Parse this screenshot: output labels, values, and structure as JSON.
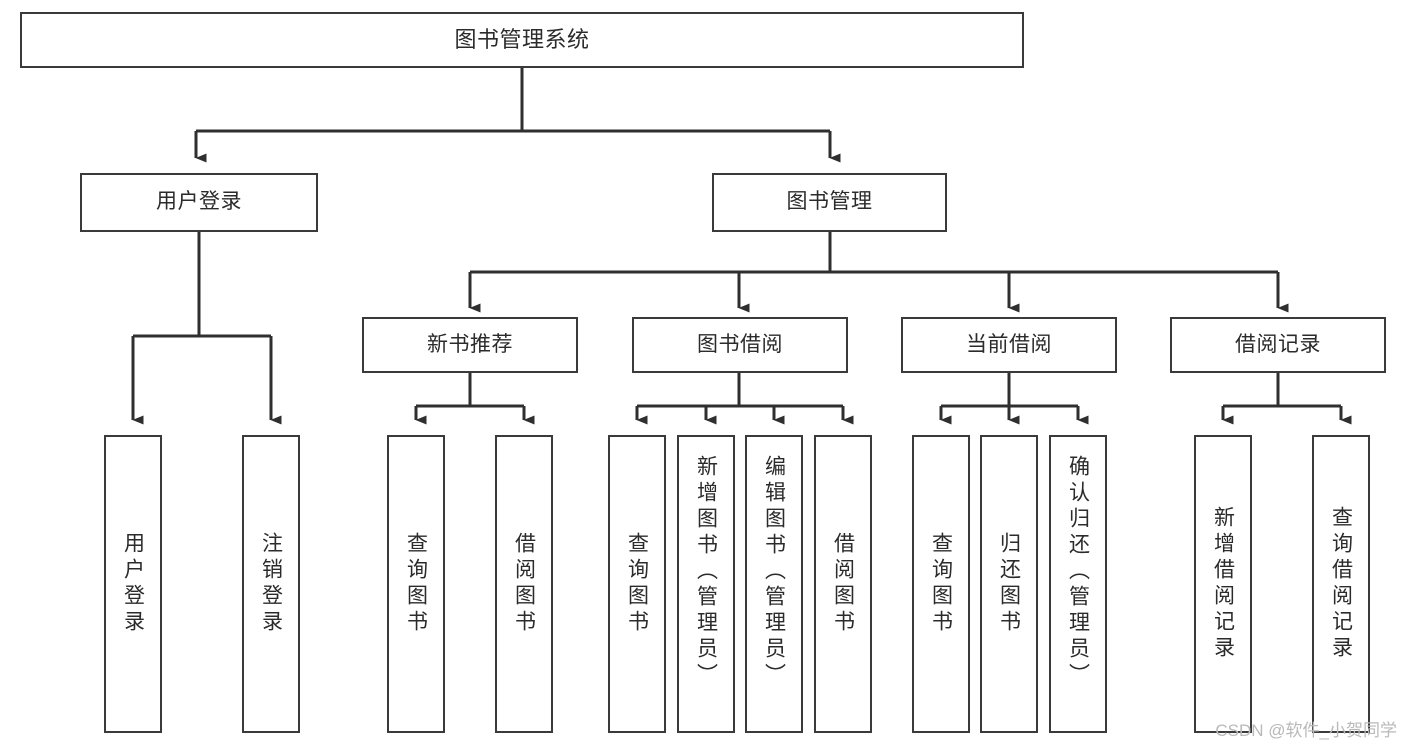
{
  "diagram": {
    "type": "tree",
    "title": "图书管理系统",
    "root": {
      "id": "root",
      "label": "图书管理系统"
    },
    "level1": [
      {
        "id": "user-login",
        "label": "用户登录"
      },
      {
        "id": "book-manage",
        "label": "图书管理"
      }
    ],
    "level2": [
      {
        "id": "new-book-recommend",
        "label": "新书推荐",
        "parent": "book-manage"
      },
      {
        "id": "book-borrow",
        "label": "图书借阅",
        "parent": "book-manage"
      },
      {
        "id": "current-borrow",
        "label": "当前借阅",
        "parent": "book-manage"
      },
      {
        "id": "borrow-record",
        "label": "借阅记录",
        "parent": "book-manage"
      }
    ],
    "leaves": [
      {
        "id": "leaf-user-login",
        "label": "用户登录",
        "parent": "user-login"
      },
      {
        "id": "leaf-logout",
        "label": "注销登录",
        "parent": "user-login"
      },
      {
        "id": "leaf-query-book-1",
        "label": "查询图书",
        "parent": "new-book-recommend"
      },
      {
        "id": "leaf-borrow-book-1",
        "label": "借阅图书",
        "parent": "new-book-recommend"
      },
      {
        "id": "leaf-query-book-2",
        "label": "查询图书",
        "parent": "book-borrow"
      },
      {
        "id": "leaf-add-book",
        "label": "新增图书（管理员）",
        "parent": "book-borrow"
      },
      {
        "id": "leaf-edit-book",
        "label": "编辑图书（管理员）",
        "parent": "book-borrow"
      },
      {
        "id": "leaf-borrow-book-2",
        "label": "借阅图书",
        "parent": "book-borrow"
      },
      {
        "id": "leaf-query-book-3",
        "label": "查询图书",
        "parent": "current-borrow"
      },
      {
        "id": "leaf-return-book",
        "label": "归还图书",
        "parent": "current-borrow"
      },
      {
        "id": "leaf-confirm-return",
        "label": "确认归还（管理员）",
        "parent": "current-borrow"
      },
      {
        "id": "leaf-add-record",
        "label": "新增借阅记录",
        "parent": "borrow-record"
      },
      {
        "id": "leaf-query-record",
        "label": "查询借阅记录",
        "parent": "borrow-record"
      }
    ]
  },
  "watermark": {
    "text": "CSDN @软件_小贺同学"
  },
  "colors": {
    "border": "#3a3a3a",
    "text": "#2b2b2b",
    "background": "#ffffff",
    "connector": "#2f2f2f",
    "watermark": "#b9b9b9"
  }
}
